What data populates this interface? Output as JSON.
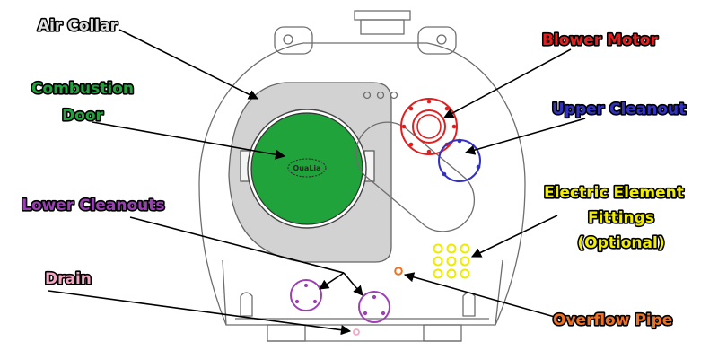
{
  "labels": {
    "air_collar": "Air Collar",
    "combustion_line1": "Combustion",
    "combustion_line2": "Door",
    "lower_cleanouts": "Lower Cleanouts",
    "drain": "Drain",
    "blower_motor": "Blower Motor",
    "upper_cleanout": "Upper Cleanout",
    "electric_line1": "Electric Element",
    "electric_line2": "Fittings",
    "electric_line3": "(Optional)",
    "overflow_pipe": "Overflow Pipe"
  },
  "door_badge": "QuaLia",
  "colors": {
    "air_collar": "#e0e0e0",
    "combustion_door": "#1fa33a",
    "lower_cleanouts": "#9c3fb5",
    "drain": "#f4a7c4",
    "blower_motor": "#e02020",
    "upper_cleanout": "#3232c0",
    "electric_element": "#f2ee00",
    "overflow_pipe": "#f07020",
    "collar_fill": "#d2d2d2"
  }
}
